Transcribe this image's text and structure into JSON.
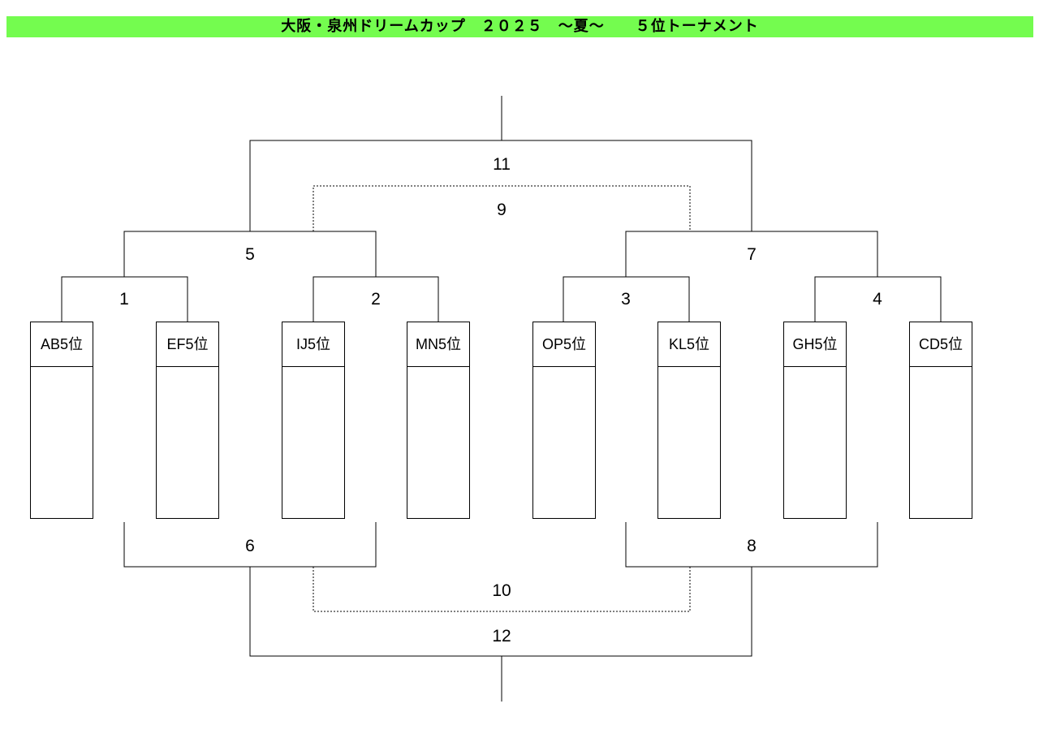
{
  "title": "大阪・泉州ドリームカップ　２０２５　～夏～　　５位トーナメント",
  "teams": [
    "AB5位",
    "EF5位",
    "IJ5位",
    "MN5位",
    "OP5位",
    "KL5位",
    "GH5位",
    "CD5位"
  ],
  "matches": [
    "1",
    "2",
    "3",
    "4",
    "5",
    "6",
    "7",
    "8",
    "9",
    "10",
    "11",
    "12"
  ]
}
